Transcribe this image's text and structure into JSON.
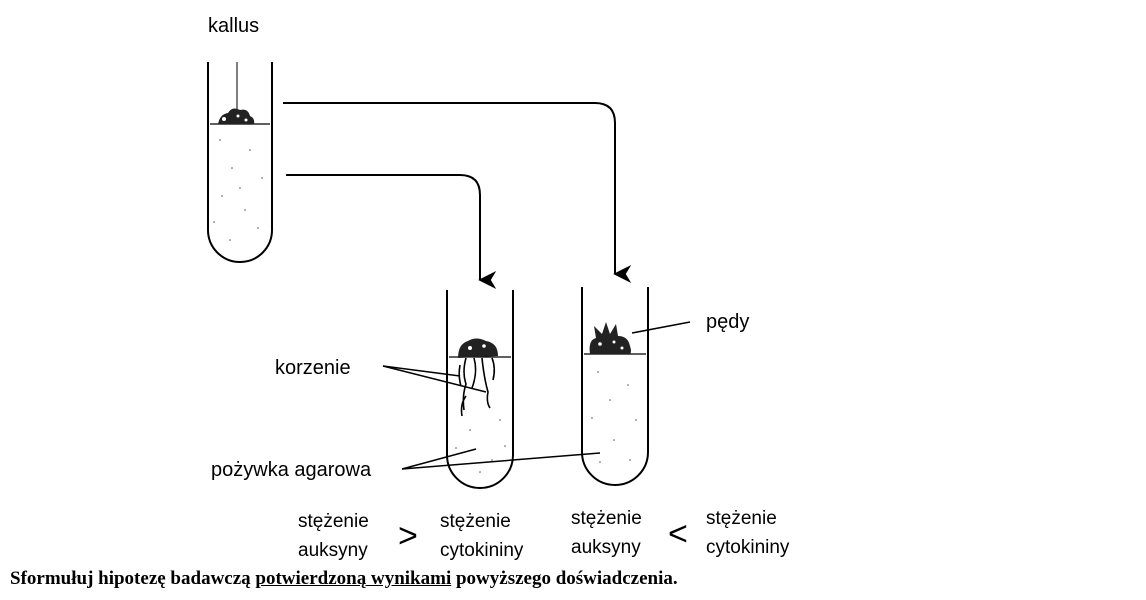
{
  "labels": {
    "kallus": "kallus",
    "pedy": "pędy",
    "korzenie": "korzenie",
    "pozywka": "pożywka agarowa"
  },
  "concentration": {
    "left_a_line1": "stężenie",
    "left_a_line2": "auksyny",
    "left_op": ">",
    "left_b_line1": "stężenie",
    "left_b_line2": "cytokininy",
    "right_a_line1": "stężenie",
    "right_a_line2": "auksyny",
    "right_op": "<",
    "right_b_line1": "stężenie",
    "right_b_line2": "cytokininy"
  },
  "question": {
    "part1": "Sformułuj hipotezę badawczą ",
    "underlined": "potwierdzoną wynikami",
    "part2": " powyższego doświadczenia."
  }
}
